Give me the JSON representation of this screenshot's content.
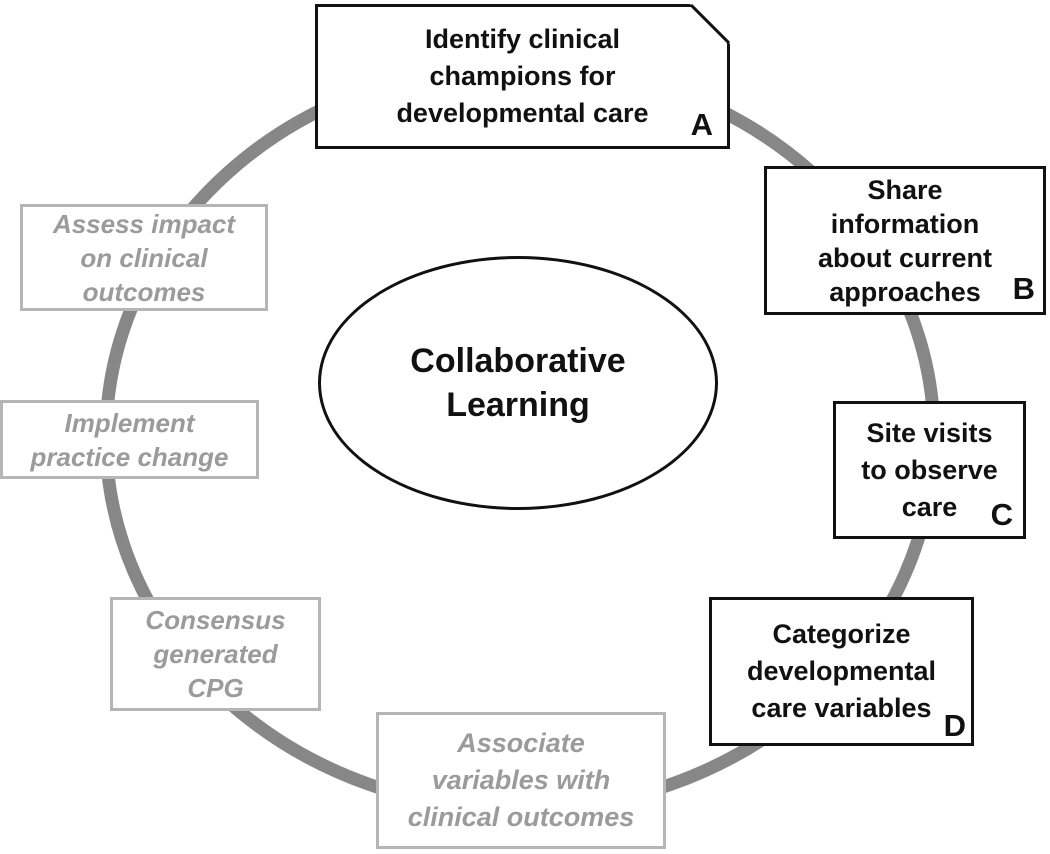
{
  "figure": {
    "center_label": "Collaborative\nLearning",
    "steps": [
      {
        "id": "identify-champions",
        "text": "Identify clinical\nchampions for\ndevelopmental care",
        "label": "A",
        "phase": "completed"
      },
      {
        "id": "share-information",
        "text": "Share\ninformation\nabout current\napproaches",
        "label": "B",
        "phase": "completed"
      },
      {
        "id": "site-visits",
        "text": "Site visits\nto observe\ncare",
        "label": "C",
        "phase": "completed"
      },
      {
        "id": "categorize-variables",
        "text": "Categorize\ndevelopmental\ncare variables",
        "label": "D",
        "phase": "completed"
      },
      {
        "id": "associate-variables",
        "text": "Associate\nvariables with\nclinical outcomes",
        "label": "",
        "phase": "upcoming"
      },
      {
        "id": "consensus-cpg",
        "text": "Consensus\ngenerated\nCPG",
        "label": "",
        "phase": "upcoming"
      },
      {
        "id": "implement-change",
        "text": "Implement\npractice change",
        "label": "",
        "phase": "upcoming"
      },
      {
        "id": "assess-impact",
        "text": "Assess impact\non clinical\noutcomes",
        "label": "",
        "phase": "upcoming"
      }
    ],
    "colors": {
      "completed_text": "#111111",
      "completed_border": "#111111",
      "upcoming_text": "#9b9b9b",
      "upcoming_border": "#b5b5b5",
      "ring": "#878787"
    }
  }
}
